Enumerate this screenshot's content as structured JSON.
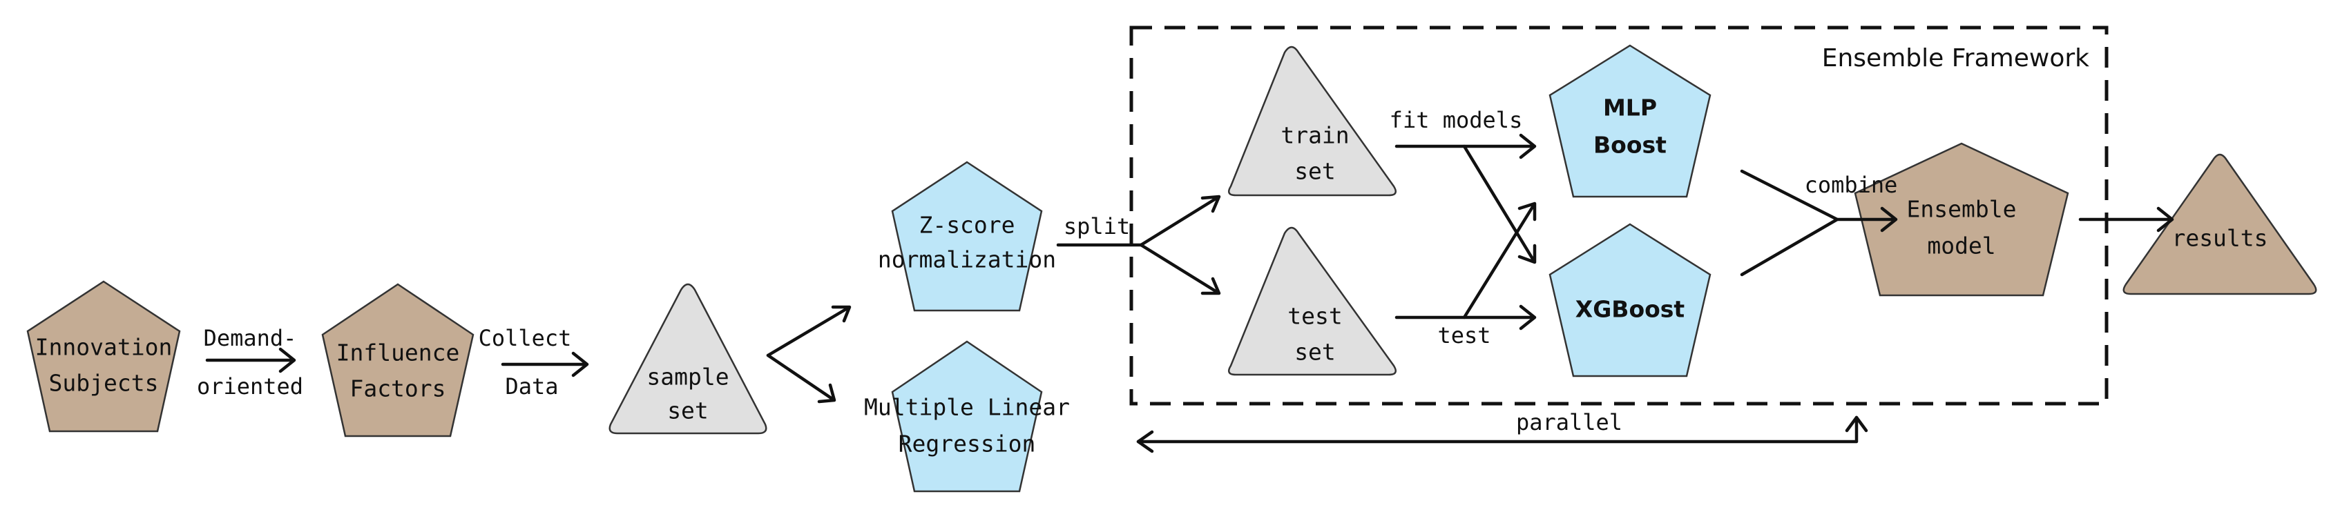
{
  "colors": {
    "brown": "#C4AC94",
    "blue": "#BDE6F8",
    "gray": "#E0E0E0",
    "stroke": "#333333",
    "line": "#111111"
  },
  "framework": {
    "title": "Ensemble Framework"
  },
  "nodes": {
    "innovation_subjects": {
      "line1": "Innovation",
      "line2": "Subjects",
      "shape": "pentagon",
      "color": "brown"
    },
    "influence_factors": {
      "line1": "Influence",
      "line2": "Factors",
      "shape": "pentagon",
      "color": "brown"
    },
    "sample_set": {
      "line1": "sample",
      "line2": "set",
      "shape": "triangle",
      "color": "gray"
    },
    "zscore": {
      "line1": "Z-score",
      "line2": "normalization",
      "shape": "pentagon",
      "color": "blue"
    },
    "mlr": {
      "line1": "Multiple Linear",
      "line2": "Regression",
      "shape": "pentagon",
      "color": "blue"
    },
    "train_set": {
      "line1": "train",
      "line2": "set",
      "shape": "triangle",
      "color": "gray"
    },
    "test_set": {
      "line1": "test",
      "line2": "set",
      "shape": "triangle",
      "color": "gray"
    },
    "mlp_boost": {
      "line1": "MLP",
      "line2": "Boost",
      "shape": "pentagon",
      "color": "blue"
    },
    "xgboost": {
      "line1": "XGBoost",
      "shape": "pentagon",
      "color": "blue"
    },
    "ensemble_model": {
      "line1": "Ensemble",
      "line2": "model",
      "shape": "pentagon",
      "color": "brown"
    },
    "results": {
      "line1": "results",
      "shape": "triangle",
      "color": "brown"
    }
  },
  "edges": {
    "demand_oriented": {
      "line1": "Demand-",
      "line2": "oriented"
    },
    "collect_data": {
      "line1": "Collect",
      "line2": "Data"
    },
    "split": {
      "label": "split"
    },
    "fit_models": {
      "label": "fit models"
    },
    "test": {
      "label": "test"
    },
    "combine": {
      "label": "combine"
    },
    "parallel": {
      "label": "parallel"
    }
  }
}
